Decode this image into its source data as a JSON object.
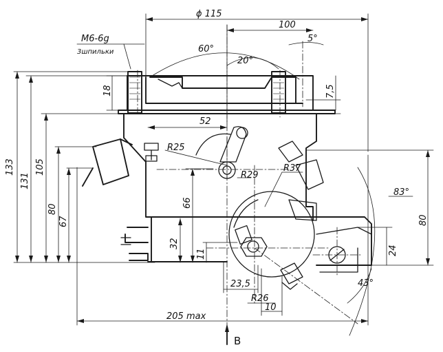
{
  "labels": {
    "d115": "ϕ 115",
    "d100": "100",
    "thread": "М6-6g",
    "studs": "3шпильки",
    "a60": "60°",
    "a20": "20°",
    "a5": "5°",
    "d18": "18",
    "d7_5": "7,5",
    "d52": "52",
    "r25": "R25",
    "r29": "R29",
    "r37": "R37",
    "a83": "83°",
    "d133": "133",
    "d131": "131",
    "d105": "105",
    "d80l": "80",
    "d67": "67",
    "d66": "66",
    "d32": "32",
    "d11": "11",
    "d80r": "80",
    "d24": "24",
    "d23_5": "23,5",
    "r26": "R26",
    "d10": "10",
    "a43": "43°",
    "d205": "205 max",
    "view": "В"
  }
}
